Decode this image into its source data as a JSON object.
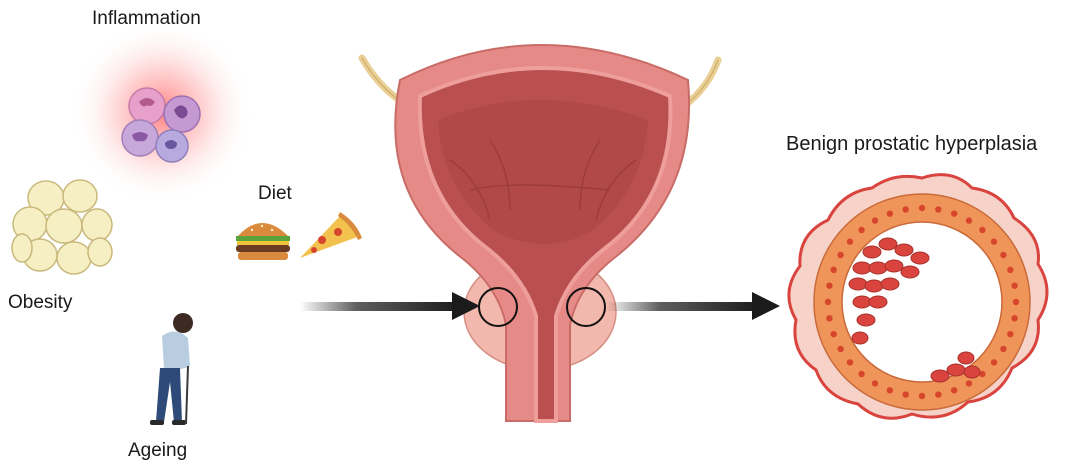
{
  "labels": {
    "inflammation": "Inflammation",
    "diet": "Diet",
    "obesity": "Obesity",
    "ageing": "Ageing",
    "bph": "Benign prostatic hyperplasia"
  },
  "colors": {
    "bladder_wall": "#e58a86",
    "bladder_lumen": "#b9504f",
    "prostate": "#f2b8ad",
    "ureter": "#e9cf93",
    "arrow": "#1b1b1b",
    "epithelium": "#f0955a",
    "nucleus": "#d6452c",
    "stroma": "#d9443e",
    "fat_cell": "#f6efc3"
  },
  "icons": [
    "inflammation-cells-icon",
    "fat-cells-icon",
    "burger-icon",
    "pizza-icon",
    "elderly-man-icon",
    "bladder-prostate-illustration",
    "prostate-acinus-icon"
  ]
}
